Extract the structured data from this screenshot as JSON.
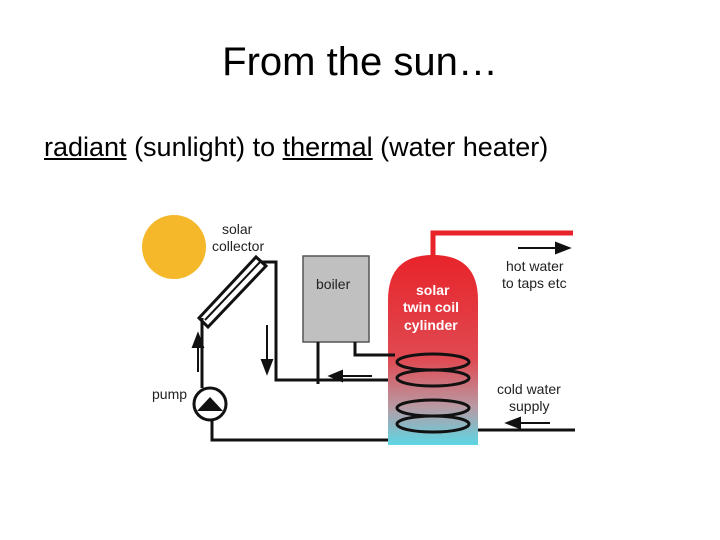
{
  "slide": {
    "title": "From the sun…",
    "subtitle": {
      "word1": "radiant",
      "part2": " (sunlight) to ",
      "word2": "thermal",
      "part3": " (water heater)"
    }
  },
  "diagram": {
    "labels": {
      "collector_l1": "solar",
      "collector_l2": "collector",
      "boiler": "boiler",
      "cylinder_l1": "solar",
      "cylinder_l2": "twin coil",
      "cylinder_l3": "cylinder",
      "hot_l1": "hot water",
      "hot_l2": "to taps etc",
      "cold_l1": "cold water",
      "cold_l2": "supply",
      "pump": "pump"
    },
    "colors": {
      "sun": "#f4b82a",
      "hot_pipe": "#e8232a",
      "cylinder_top": "#e8232a",
      "cylinder_bottom": "#5dd6e4",
      "boiler": "#c0c0c0",
      "pipe": "#111111"
    }
  }
}
